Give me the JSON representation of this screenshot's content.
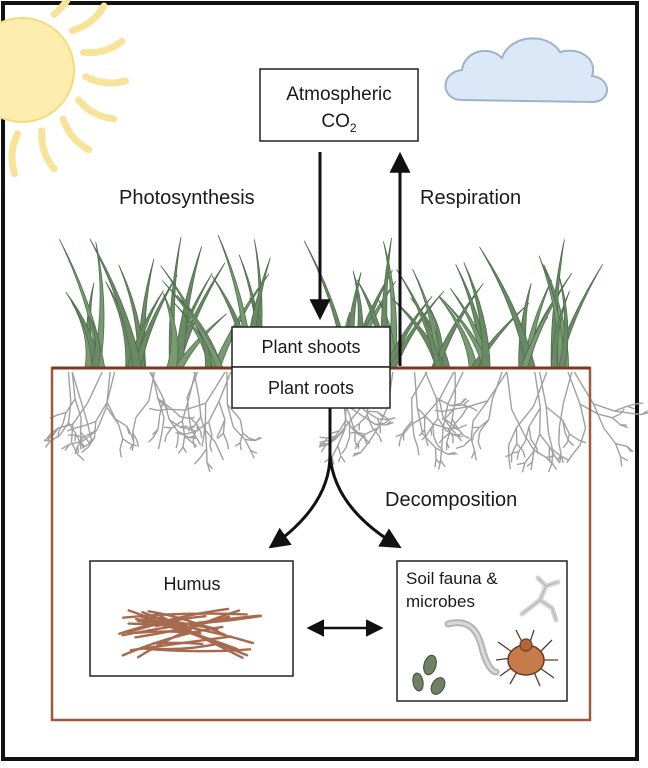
{
  "diagram": {
    "atmosphere_box": {
      "line1": "Atmospheric",
      "line2_main": "CO",
      "line2_sub": "2"
    },
    "photosynthesis_label": "Photosynthesis",
    "respiration_label": "Respiration",
    "plant_shoots_label": "Plant shoots",
    "plant_roots_label": "Plant roots",
    "decomposition_label": "Decomposition",
    "humus_label": "Humus",
    "soil_fauna_line1": "Soil fauna &",
    "soil_fauna_line2": "microbes"
  },
  "colors": {
    "frame": "#111111",
    "soil_border": "#9a5a3c",
    "grass": "#6e8f6a",
    "grass_dark": "#4f6e4d",
    "roots": "#9a9a9a",
    "humus": "#a86a4e",
    "sun": "#fbe9a0",
    "cloud": "#dbe8f7",
    "mite": "#c77a4a"
  }
}
